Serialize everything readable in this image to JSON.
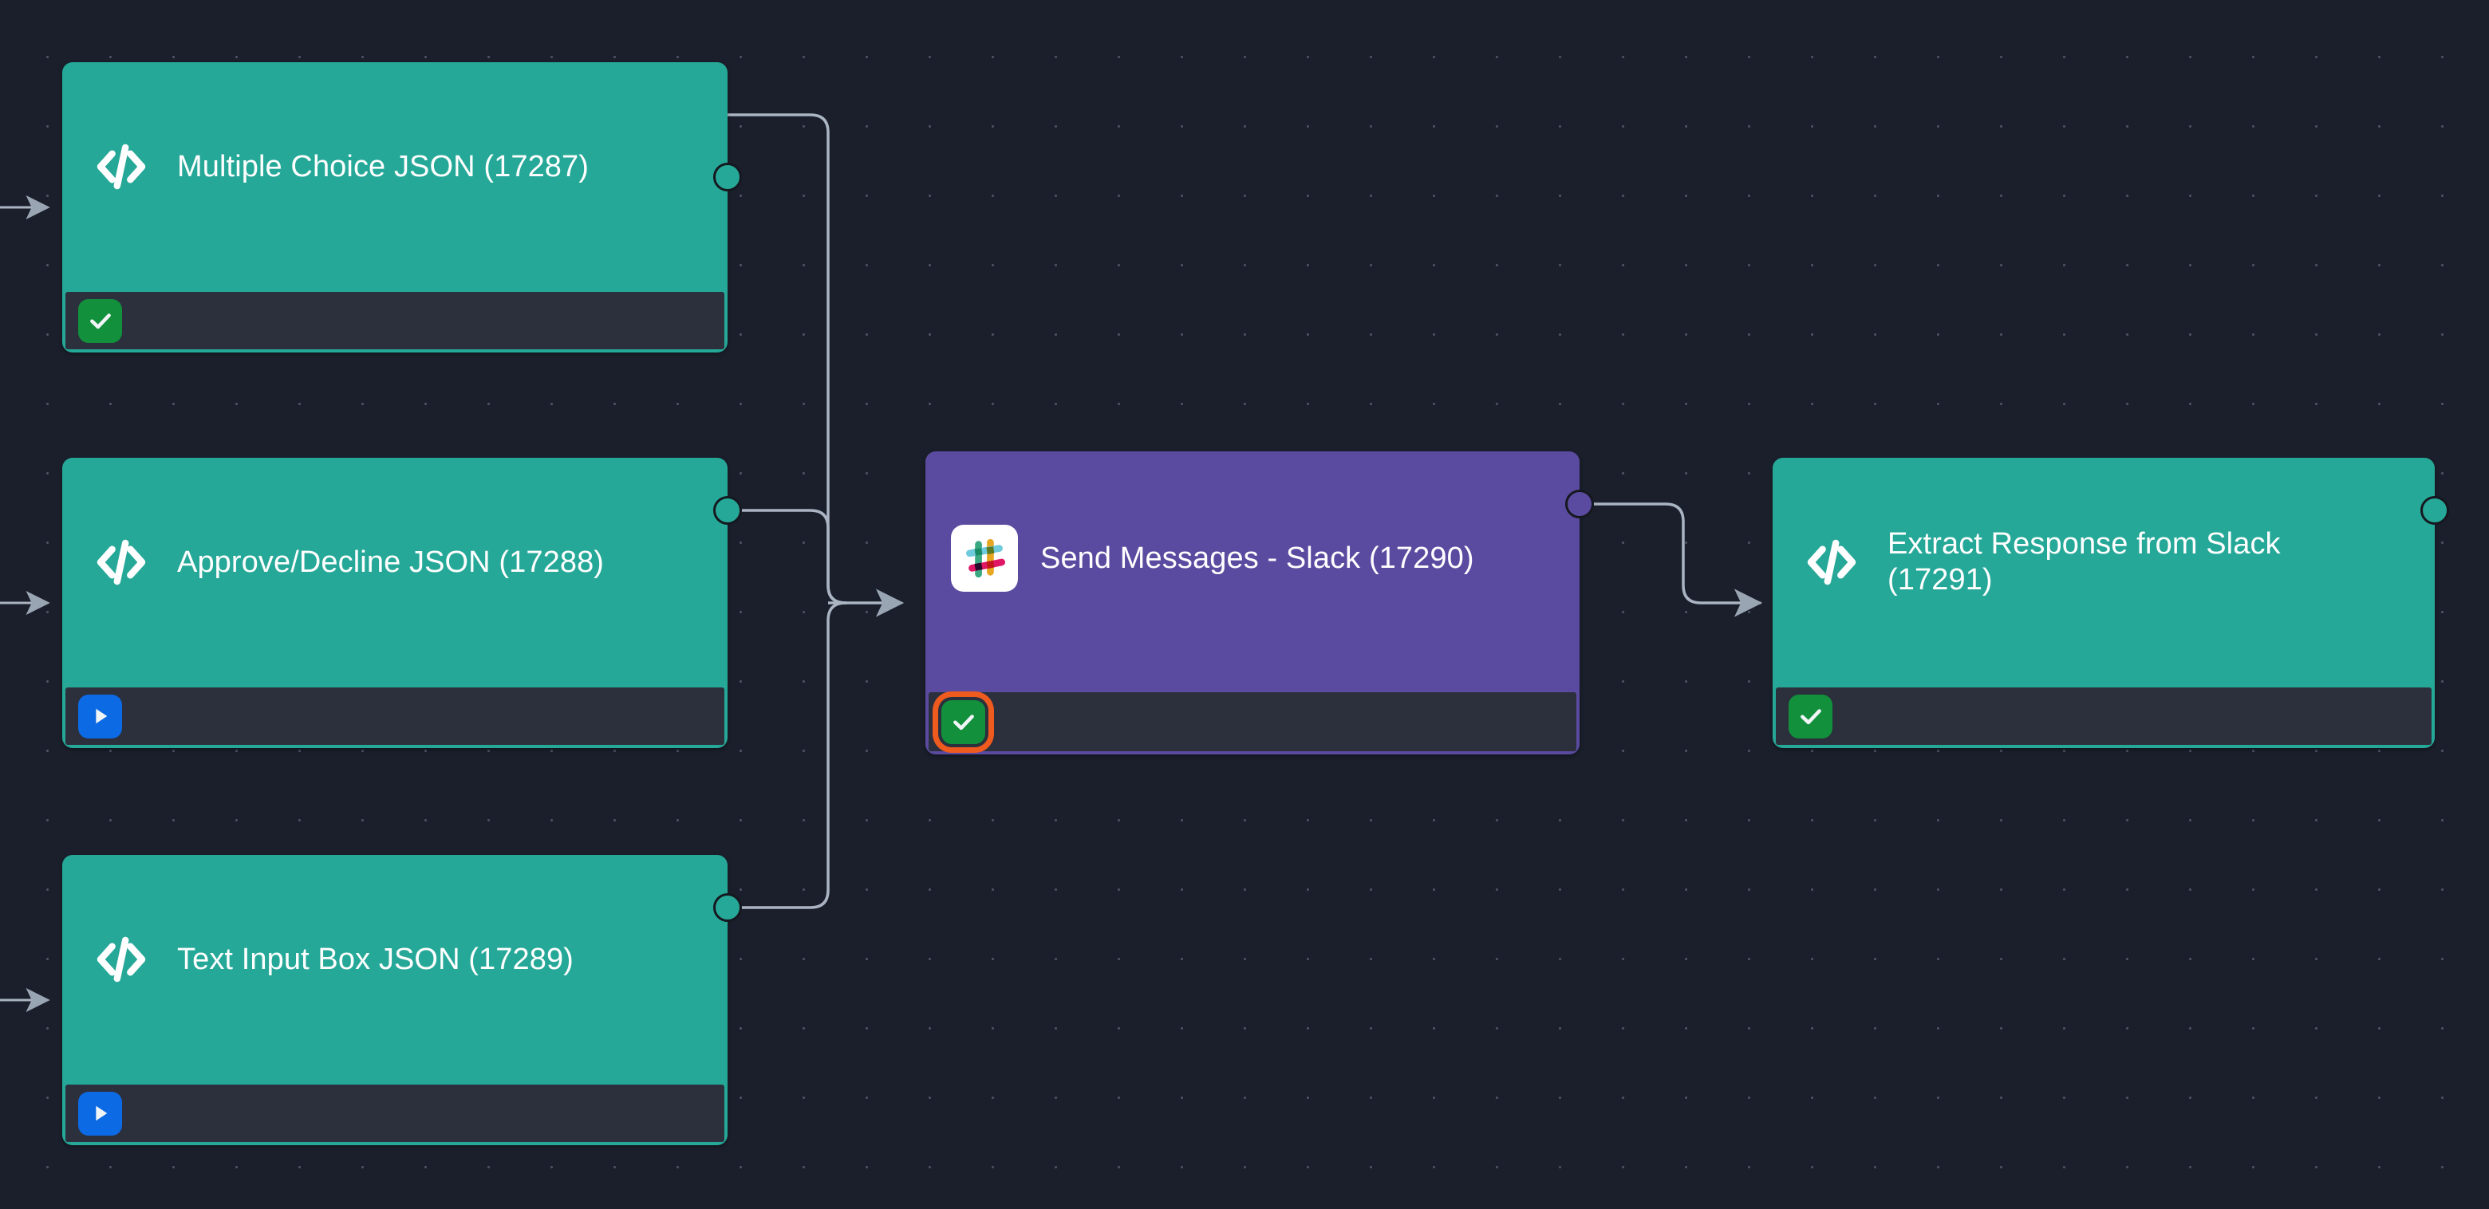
{
  "canvas": {
    "background_color": "#1a1f2b",
    "grid_dot_color": "#4a5163"
  },
  "palette": {
    "node_teal": "#26a898",
    "node_purple": "#5b4ba0",
    "node_body": "#2b303c",
    "success_green": "#12903c",
    "run_blue": "#0d6ae5",
    "selection_orange": "#ef5a1e",
    "wire": "#aab4c2",
    "title_text": "#ffffff"
  },
  "nodes": [
    {
      "id": "17287",
      "name": "multiple-choice-json",
      "title": "Multiple Choice JSON (17287)",
      "icon": "code-icon",
      "header_color": "teal",
      "action": {
        "type": "check-icon",
        "style": "check",
        "selected": false
      },
      "has_output_port": true,
      "port_color": "teal"
    },
    {
      "id": "17288",
      "name": "approve-decline-json",
      "title": "Approve/Decline JSON (17288)",
      "icon": "code-icon",
      "header_color": "teal",
      "action": {
        "type": "play-icon",
        "style": "play",
        "selected": false
      },
      "has_output_port": true,
      "port_color": "teal"
    },
    {
      "id": "17289",
      "name": "text-input-box-json",
      "title": "Text Input Box JSON (17289)",
      "icon": "code-icon",
      "header_color": "teal",
      "action": {
        "type": "play-icon",
        "style": "play",
        "selected": false
      },
      "has_output_port": true,
      "port_color": "teal"
    },
    {
      "id": "17290",
      "name": "send-messages-slack",
      "title": "Send Messages - Slack (17290)",
      "icon": "slack-icon",
      "header_color": "purple",
      "action": {
        "type": "check-icon",
        "style": "check",
        "selected": true
      },
      "has_output_port": true,
      "port_color": "purple"
    },
    {
      "id": "17291",
      "name": "extract-response-from-slack",
      "title": "Extract Response from Slack (17291)",
      "icon": "code-icon",
      "header_color": "teal",
      "action": {
        "type": "check-icon",
        "style": "check",
        "selected": false
      },
      "has_output_port": true,
      "port_color": "teal"
    }
  ],
  "connections": [
    {
      "from": "17287",
      "to": "17290"
    },
    {
      "from": "17288",
      "to": "17290"
    },
    {
      "from": "17289",
      "to": "17290"
    },
    {
      "from": "17290",
      "to": "17291"
    }
  ],
  "incoming_edges": [
    {
      "to": "17287"
    },
    {
      "to": "17288"
    },
    {
      "to": "17289"
    }
  ]
}
